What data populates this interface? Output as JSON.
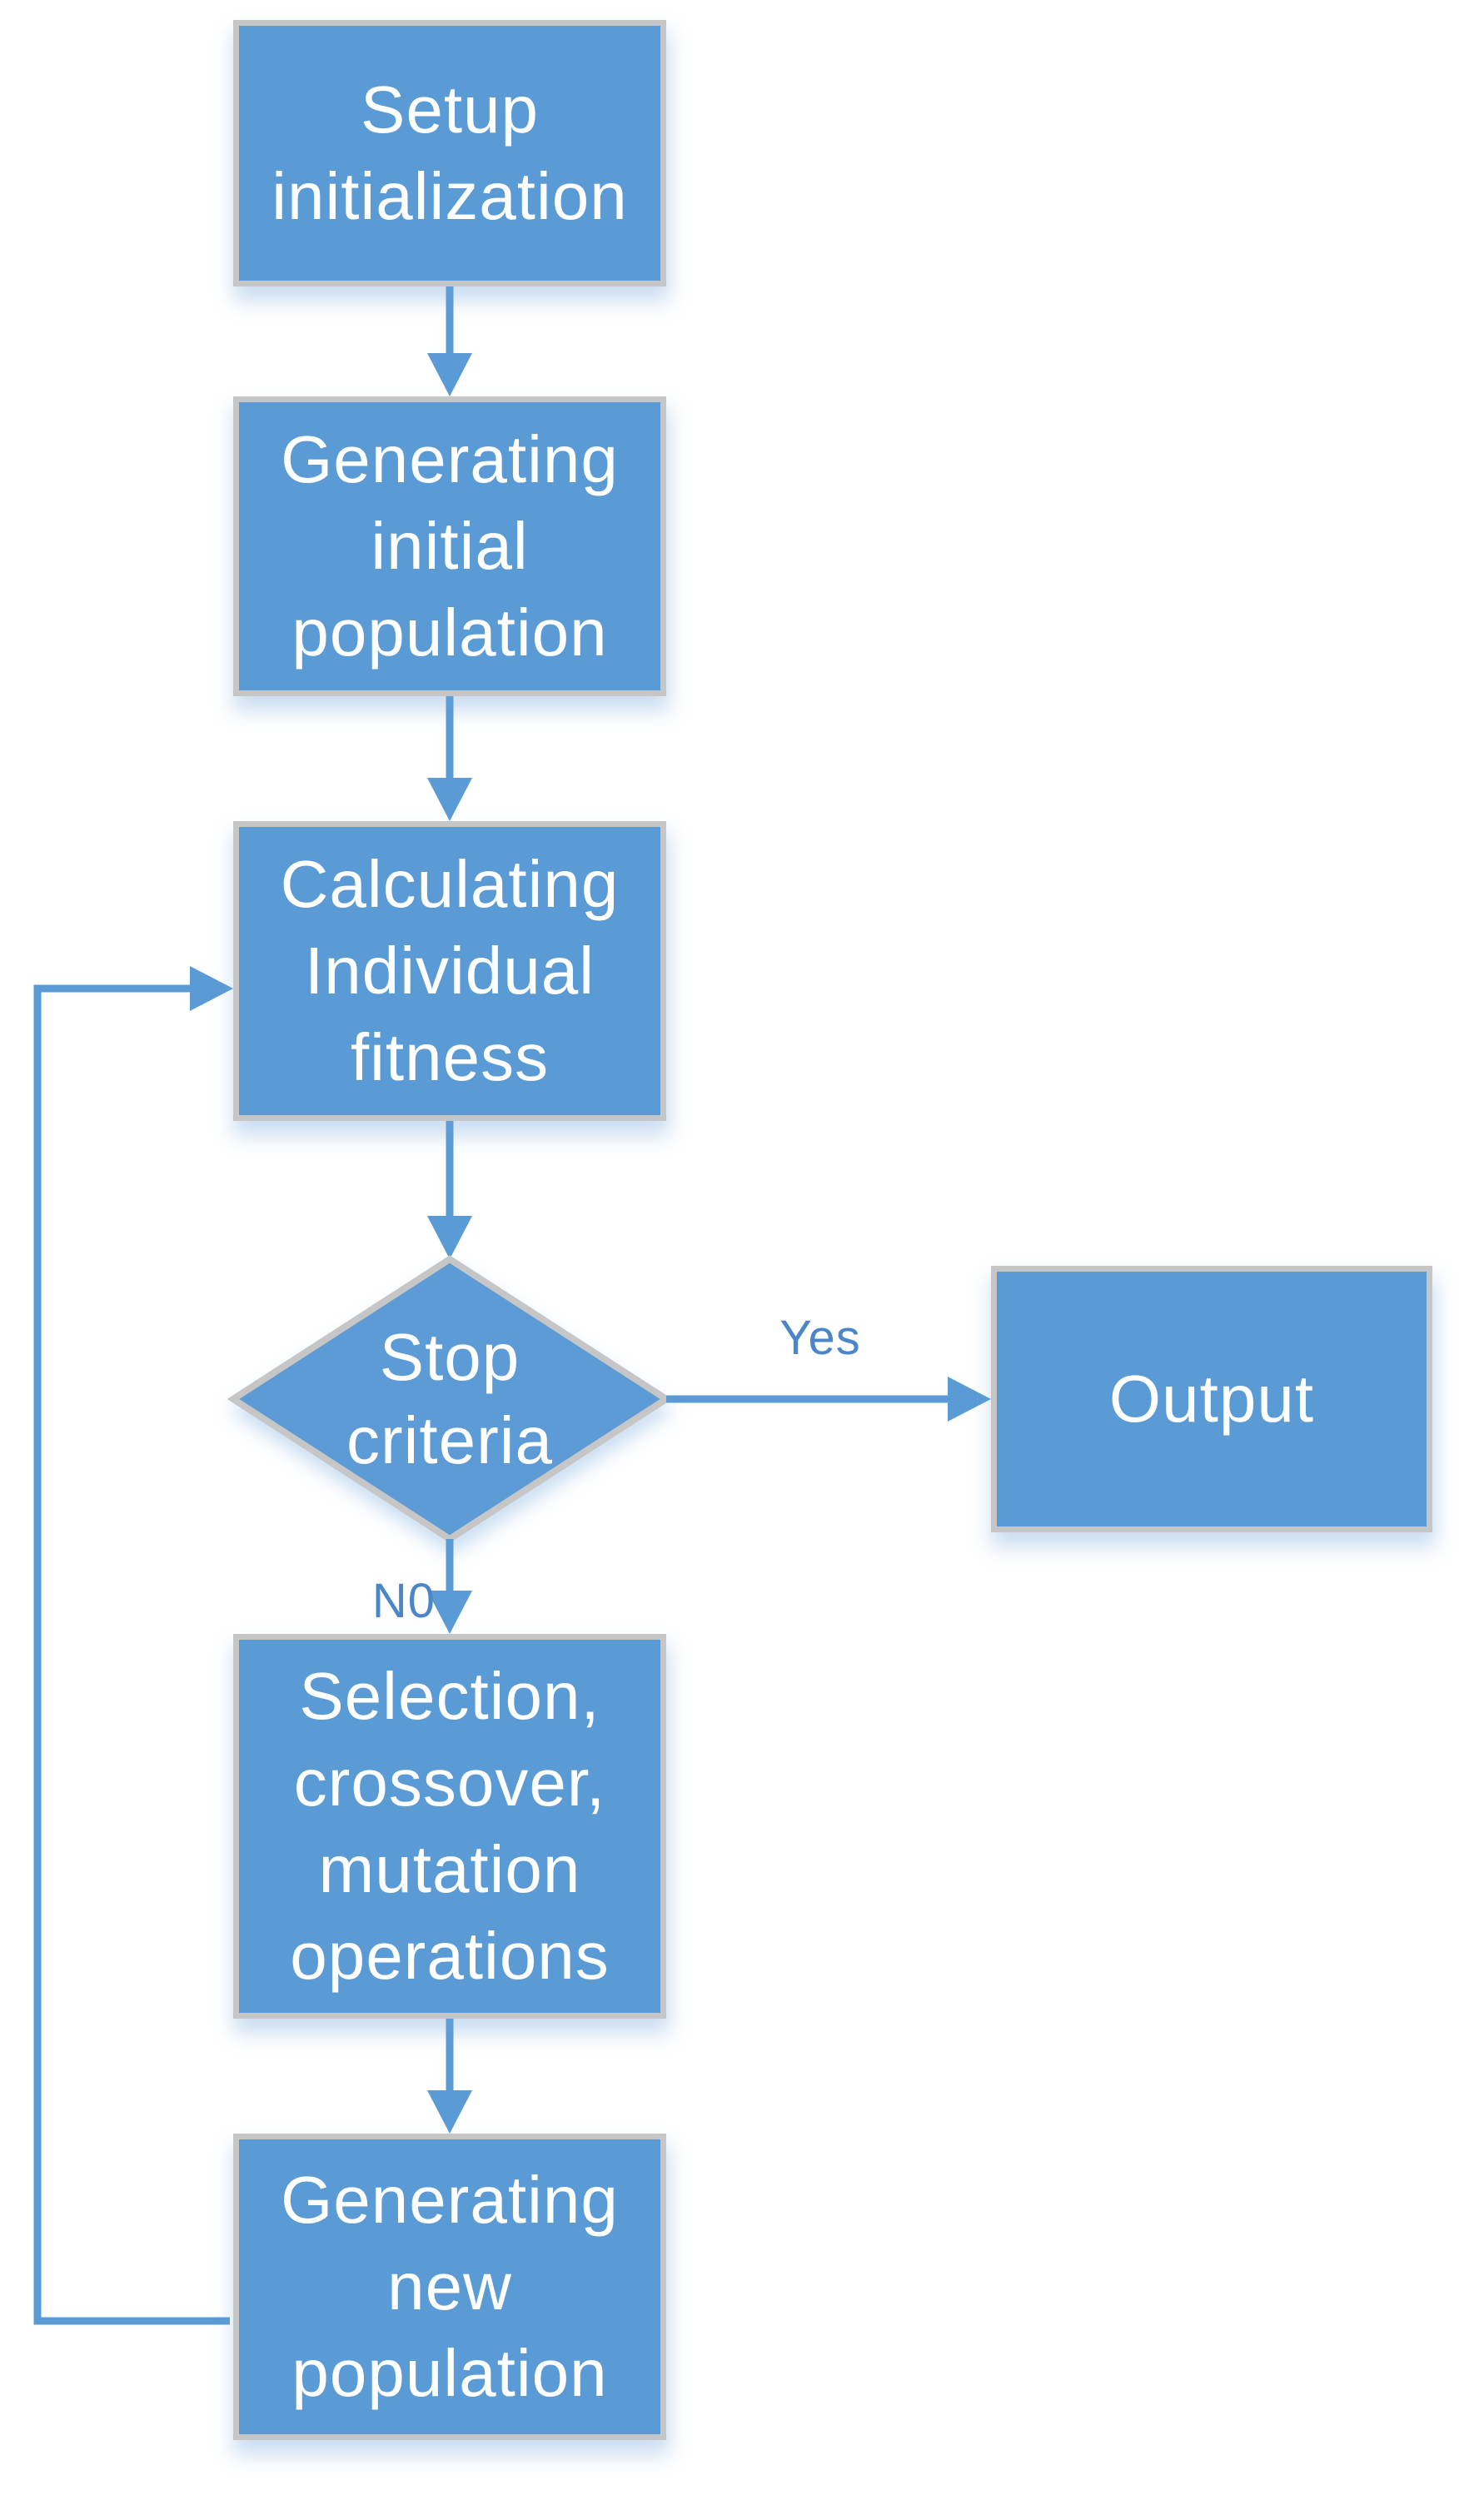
{
  "nodes": {
    "setup": {
      "label": "Setup\ninitialization",
      "type": "process"
    },
    "generate_initial": {
      "label": "Generating\ninitial\npopulation",
      "type": "process"
    },
    "calc_fitness": {
      "label": "Calculating\nIndividual\nfitness",
      "type": "process"
    },
    "stop_criteria": {
      "label": "Stop\ncriteria",
      "type": "decision"
    },
    "output": {
      "label": "Output",
      "type": "process"
    },
    "selection": {
      "label": "Selection,\ncrossover,\nmutation\noperations",
      "type": "process"
    },
    "generate_new": {
      "label": "Generating\nnew\npopulation",
      "type": "process"
    }
  },
  "edges": {
    "yes_label": "Yes",
    "no_label": "N0"
  },
  "colors": {
    "node_fill": "#5B9BD5",
    "node_border": "#C6C6C6",
    "connector": "#5B9BD5",
    "edge_label": "#4A86C8",
    "node_text": "#FFFFFF",
    "background": "#FFFFFF"
  }
}
